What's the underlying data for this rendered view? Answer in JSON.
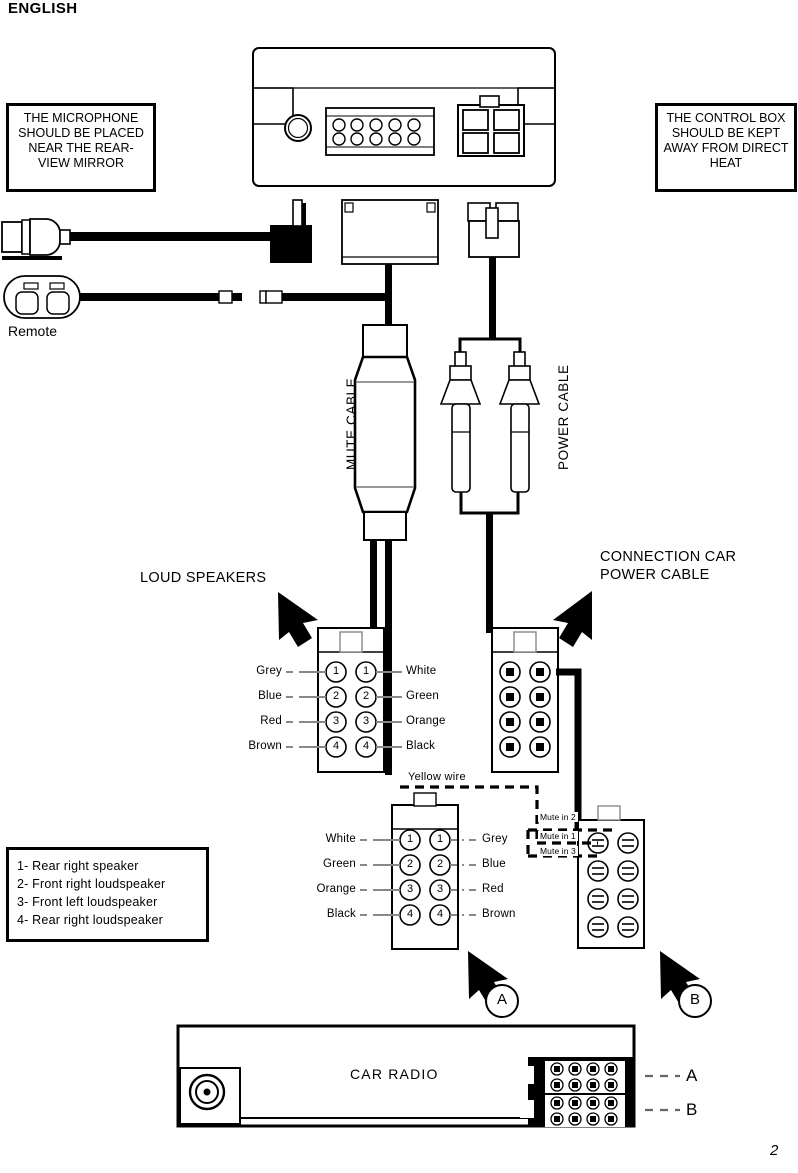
{
  "page": {
    "language_title": "ENGLISH",
    "page_number": "2"
  },
  "notes": [
    {
      "id": "microphone-note",
      "text": "THE MICROPHONE SHOULD BE PLACED NEAR THE REAR-VIEW MIRROR"
    },
    {
      "id": "control-box-note",
      "text": "THE CONTROL BOX SHOULD BE KEPT AWAY FROM DIRECT HEAT"
    }
  ],
  "labels": {
    "remote": "Remote",
    "mute_cable": "MUTE CABLE",
    "power_cable": "POWER CABLE",
    "loud_speakers": "LOUD SPEAKERS",
    "connection_car_power_cable": "CONNECTION CAR POWER CABLE",
    "car_radio": "CAR RADIO",
    "yellow_wire": "Yellow wire"
  },
  "legend": {
    "items": [
      "1- Rear right speaker",
      "2- Front right loudspeaker",
      "3- Front left loudspeaker",
      "4- Rear right loudspeaker"
    ]
  },
  "speaker_connector_top": {
    "left_wires": [
      "Grey",
      "Blue",
      "Red",
      "Brown"
    ],
    "left_pins": [
      "1",
      "2",
      "3",
      "4"
    ],
    "right_pins": [
      "1",
      "2",
      "3",
      "4"
    ],
    "right_wires": [
      "White",
      "Green",
      "Orange",
      "Black"
    ]
  },
  "speaker_connector_bottom": {
    "left_wires": [
      "White",
      "Green",
      "Orange",
      "Black"
    ],
    "left_pins": [
      "1",
      "2",
      "3",
      "4"
    ],
    "right_pins": [
      "1",
      "2",
      "3",
      "4"
    ],
    "right_wires": [
      "Grey",
      "Blue",
      "Red",
      "Brown"
    ]
  },
  "mute_inputs": [
    "Mute in 2",
    "Mute in 1",
    "Mute in 3"
  ],
  "markers": {
    "a": "A",
    "b": "B",
    "radio_a": "A",
    "radio_b": "B"
  },
  "colors": {
    "stroke": "#000000",
    "fill": "#ffffff",
    "grey_line": "#808080"
  }
}
